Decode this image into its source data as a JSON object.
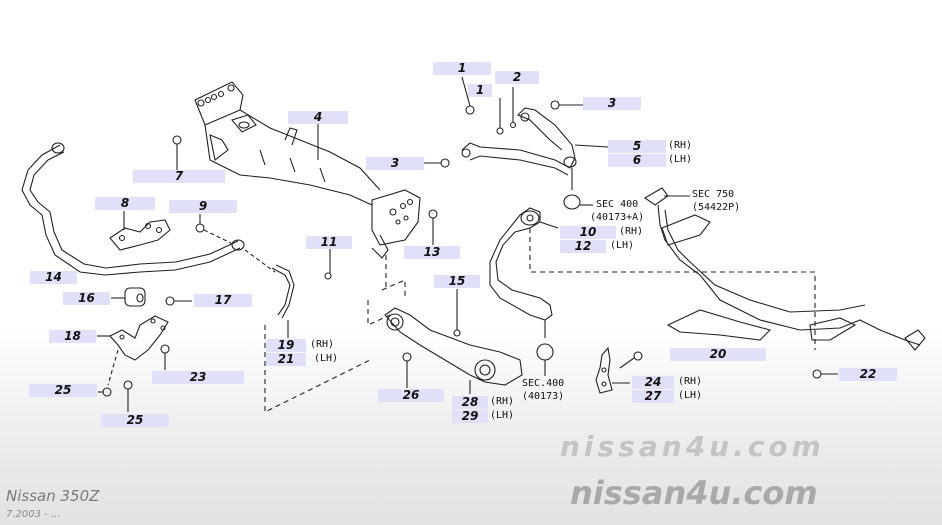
{
  "diagram": {
    "callouts": [
      {
        "id": "c1a",
        "label": "1"
      },
      {
        "id": "c1b",
        "label": "1"
      },
      {
        "id": "c2",
        "label": "2"
      },
      {
        "id": "c3a",
        "label": "3"
      },
      {
        "id": "c3b",
        "label": "3"
      },
      {
        "id": "c4",
        "label": "4"
      },
      {
        "id": "c5",
        "label": "5",
        "side": "(RH)"
      },
      {
        "id": "c6",
        "label": "6",
        "side": "(LH)"
      },
      {
        "id": "c7",
        "label": "7"
      },
      {
        "id": "c8",
        "label": "8"
      },
      {
        "id": "c9",
        "label": "9"
      },
      {
        "id": "c10",
        "label": "10",
        "side": "(RH)"
      },
      {
        "id": "c12",
        "label": "12",
        "side": "(LH)"
      },
      {
        "id": "c11",
        "label": "11"
      },
      {
        "id": "c13",
        "label": "13"
      },
      {
        "id": "c14",
        "label": "14"
      },
      {
        "id": "c15",
        "label": "15"
      },
      {
        "id": "c16",
        "label": "16"
      },
      {
        "id": "c17",
        "label": "17"
      },
      {
        "id": "c18",
        "label": "18"
      },
      {
        "id": "c19",
        "label": "19",
        "side": "(RH)"
      },
      {
        "id": "c21",
        "label": "21",
        "side": "(LH)"
      },
      {
        "id": "c20",
        "label": "20"
      },
      {
        "id": "c22",
        "label": "22"
      },
      {
        "id": "c23",
        "label": "23"
      },
      {
        "id": "c24",
        "label": "24",
        "side": "(RH)"
      },
      {
        "id": "c27",
        "label": "27",
        "side": "(LH)"
      },
      {
        "id": "c25a",
        "label": "25"
      },
      {
        "id": "c25b",
        "label": "25"
      },
      {
        "id": "c26",
        "label": "26"
      },
      {
        "id": "c28",
        "label": "28",
        "side": "(RH)"
      },
      {
        "id": "c29",
        "label": "29",
        "side": "(LH)"
      }
    ],
    "section_refs": [
      {
        "line1": "SEC 400",
        "line2": "(40173+A)"
      },
      {
        "line1": "SEC 750",
        "line2": "(54422P)"
      },
      {
        "line1": "SEC.400",
        "line2": "(40173)"
      }
    ]
  },
  "branding": {
    "model": "Nissan 350Z",
    "date_range": "7.2003 - ...",
    "site": "nissan4u.com",
    "watermark": "nissan4u.com"
  },
  "colors": {
    "callout_bg": "#e0e0f8",
    "line": "#222222",
    "brand_gray": "#a9a9a9"
  }
}
